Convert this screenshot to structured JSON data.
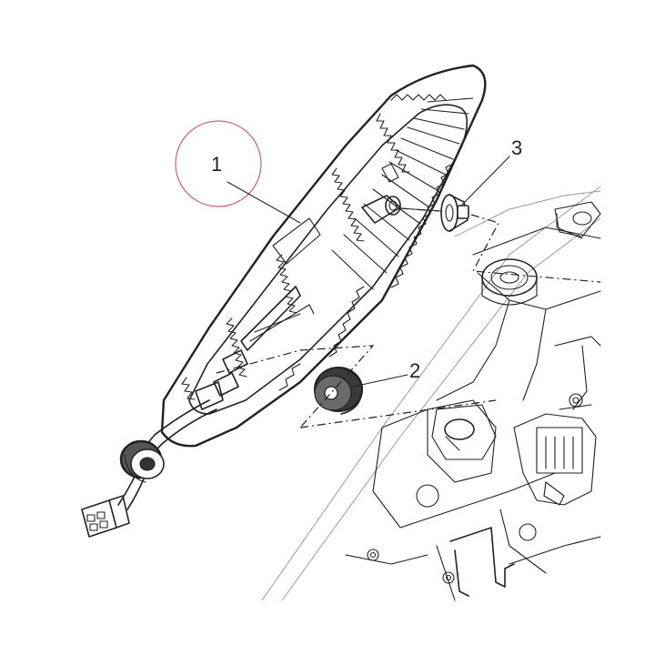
{
  "callouts": [
    {
      "id": "1",
      "label": "1"
    },
    {
      "id": "2",
      "label": "2"
    },
    {
      "id": "3",
      "label": "3"
    }
  ],
  "highlight_color": "#c0445a",
  "line_color": "#222222",
  "housing_line_color": "#9a9a9a"
}
